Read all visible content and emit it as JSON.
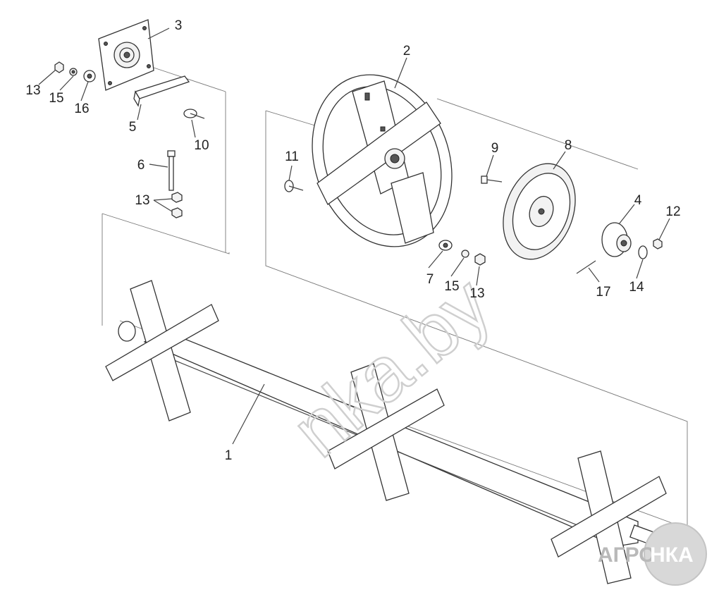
{
  "callouts": {
    "c1": "1",
    "c2": "2",
    "c3": "3",
    "c4": "4",
    "c5": "5",
    "c6": "6",
    "c7": "7",
    "c8": "8",
    "c9": "9",
    "c10": "10",
    "c11": "11",
    "c12": "12",
    "c13a": "13",
    "c13b": "13",
    "c13c": "13",
    "c14": "14",
    "c15a": "15",
    "c15b": "15",
    "c16": "16",
    "c17": "17"
  },
  "watermark": "nka.by",
  "logo": {
    "left": "АГРО",
    "right": "НКА"
  },
  "colors": {
    "line": "#333333",
    "part_fill": "#f2f2f2",
    "watermark": "#cfcfcf"
  }
}
